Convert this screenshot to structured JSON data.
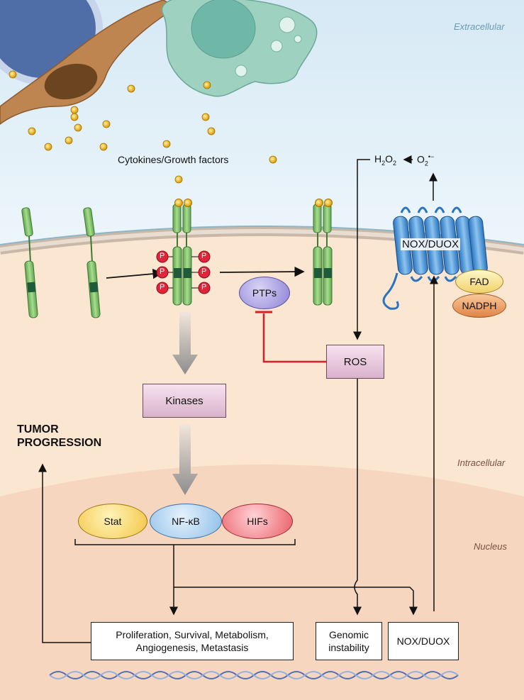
{
  "regions": {
    "extracellular": "Extracellular",
    "intracellular": "Intracellular",
    "nucleus": "Nucleus"
  },
  "labels": {
    "cytokines": "Cytokines/Growth factors",
    "h2o2": "H2O2",
    "o2": "O2•−",
    "tumor_progression": "TUMOR PROGRESSION"
  },
  "membrane_nodes": {
    "nox_duox": "NOX/DUOX",
    "fad": "FAD",
    "nadph": "NADPH",
    "ptps": "PTPs",
    "phospho": "P"
  },
  "cytoplasm_nodes": {
    "kinases": "Kinases",
    "ros": "ROS"
  },
  "transcription_factors": [
    {
      "label": "Stat",
      "color": "#f3c545"
    },
    {
      "label": "NF-κB",
      "color": "#9ec8ec"
    },
    {
      "label": "HIFs",
      "color": "#ee6d77"
    }
  ],
  "outcomes": {
    "proliferation": [
      "Proliferation, Survival, Metabolism,",
      "Angiogenesis, Metastasis"
    ],
    "genomic": [
      "Genomic",
      "instability"
    ],
    "nox_duox_gene": "NOX/DUOX"
  },
  "colors": {
    "extracellular_top": "#dcebf5",
    "cytoplasm": "#fbe6d2",
    "nucleus": "#f7d8c2",
    "receptor": "#7fbf6a",
    "nox": "#3f8fd2",
    "inhibition": "#d61f26"
  }
}
